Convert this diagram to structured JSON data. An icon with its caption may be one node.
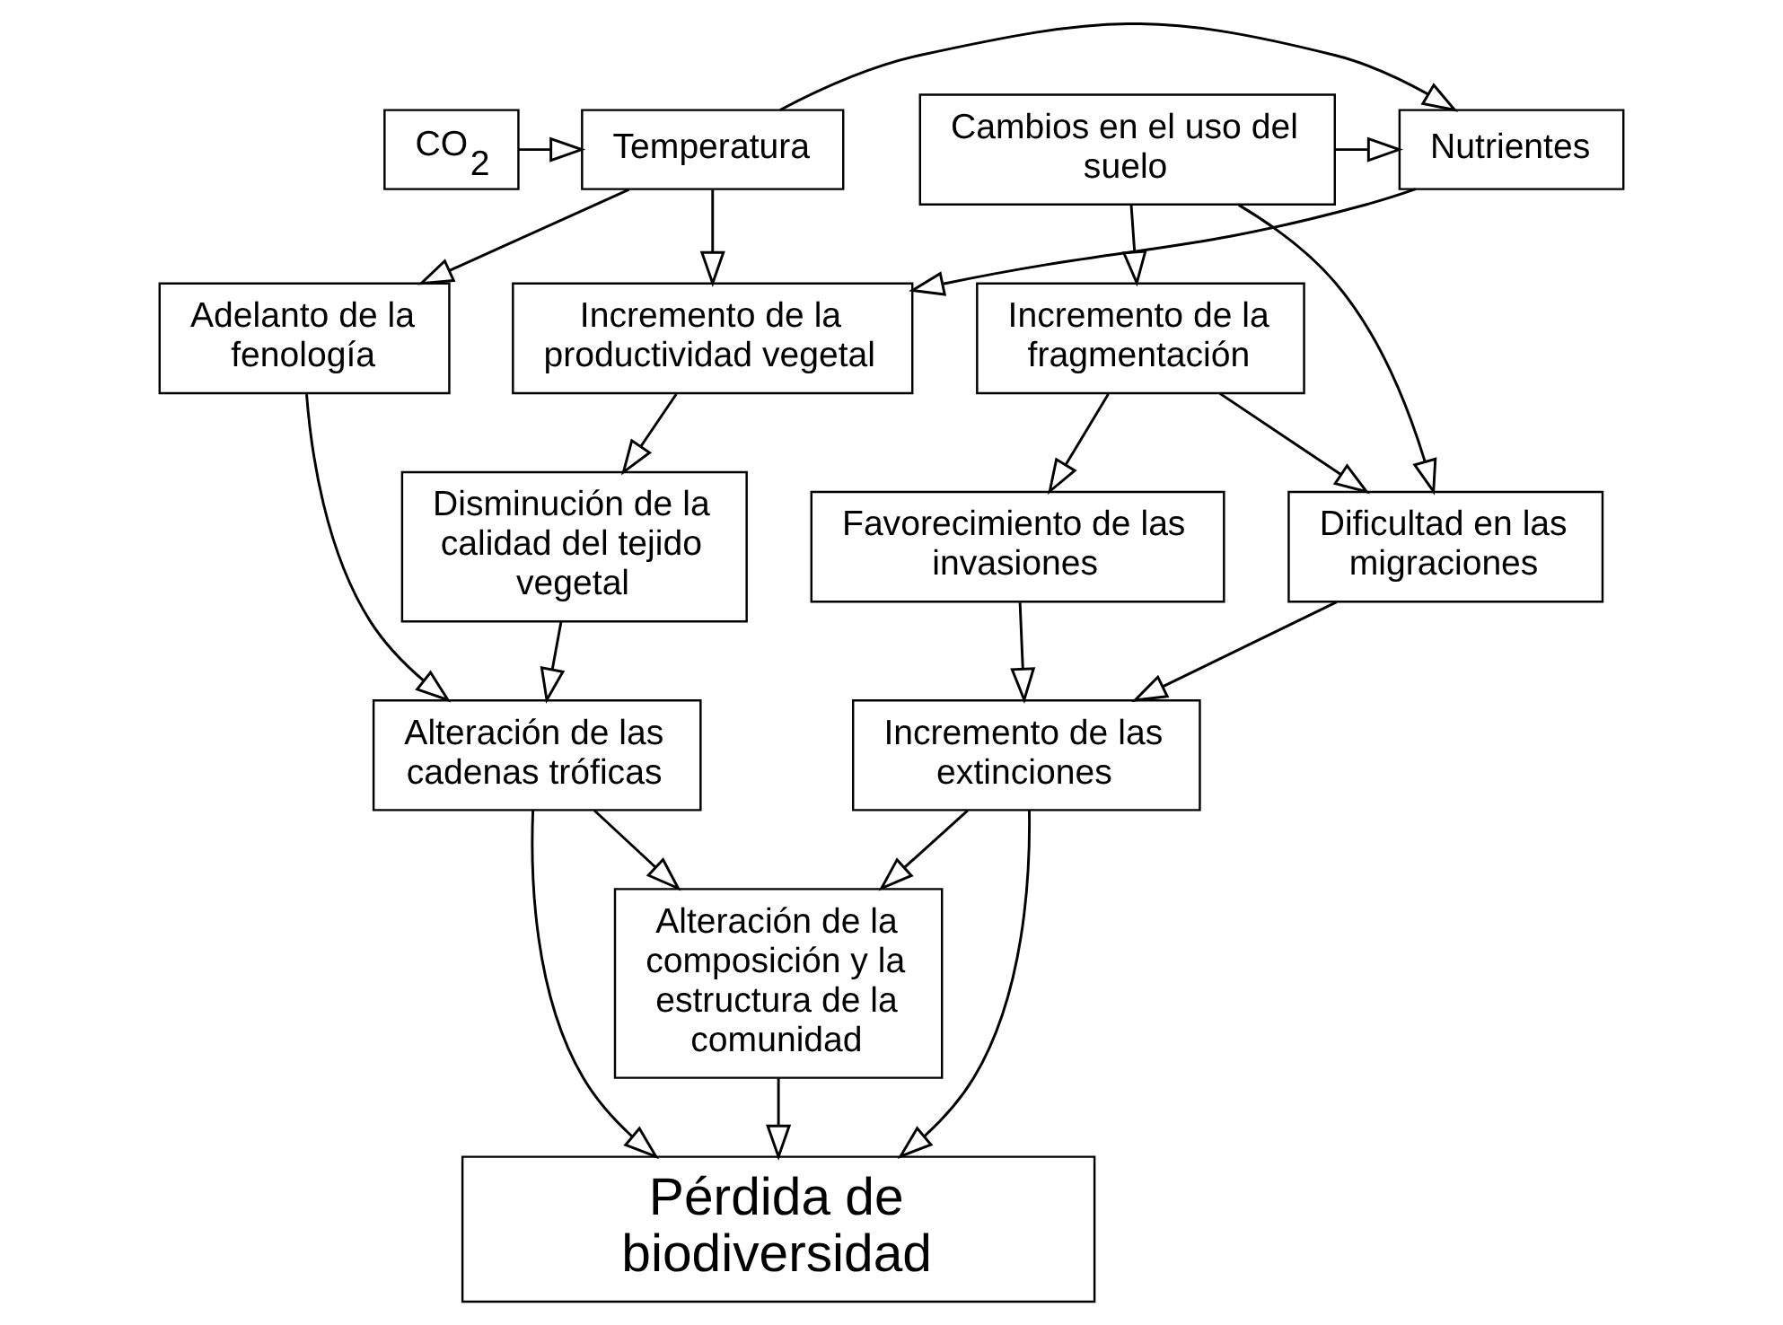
{
  "diagram": {
    "nodes": [
      {
        "text": [
          "CO$_{2}$"
        ]
      },
      {
        "text": [
          "Temperatura"
        ]
      },
      {
        "text": [
          "Nutrientes"
        ]
      },
      {
        "text": [
          "Cambios en el uso del suelo"
        ]
      },
      {
        "text": [
          "Adelanto de la fenología"
        ]
      },
      {
        "text": [
          "Incremento de la productividad vegetal"
        ]
      },
      {
        "text": [
          "Incremento de la fragmentación"
        ]
      },
      {
        "text": [
          "Favorecimiento de las invasiones"
        ]
      },
      {
        "text": [
          "Disminución de la calidad del tejido vegetal"
        ]
      },
      {
        "text": [
          "Dificultad en las migraciones"
        ]
      },
      {
        "text": [
          "Alteración de las cadenas tróficas"
        ]
      },
      {
        "text": [
          "Alteración de la composición y la estructura de la comunidad"
        ]
      },
      {
        "text": [
          "Incremento de las extinciones"
        ]
      },
      {
        "text": [
          "Pérdida de biodiversidad"
        ]
      }
    ],
    "edges": [
      {
        "from": 0,
        "to": 1,
        "arrow": "to"
      },
      {
        "from": 1,
        "to": 2,
        "arrow": "to"
      },
      {
        "from": 3,
        "to": 2,
        "arrow": "to"
      },
      {
        "from": 1,
        "to": 4,
        "arrow": "to"
      },
      {
        "from": 1,
        "to": 5,
        "arrow": "to"
      },
      {
        "from": 2,
        "to": 5,
        "arrow": "to"
      },
      {
        "from": 3,
        "to": 6,
        "arrow": "to"
      },
      {
        "from": 3,
        "to": 9,
        "arrow": "to"
      },
      {
        "from": 6,
        "to": 7,
        "arrow": "to"
      },
      {
        "from": 6,
        "to": 9,
        "arrow": "to"
      },
      {
        "from": 5,
        "to": 8,
        "arrow": "to"
      },
      {
        "from": 4,
        "to": 10,
        "arrow": "to"
      },
      {
        "from": 8,
        "to": 10,
        "arrow": "to"
      },
      {
        "from": 7,
        "to": 12,
        "arrow": "to"
      },
      {
        "from": 9,
        "to": 12,
        "arrow": "to"
      },
      {
        "from": 10,
        "to": 11,
        "arrow": "to"
      },
      {
        "from": 12,
        "to": 11,
        "arrow": "to"
      },
      {
        "from": 10,
        "to": 13,
        "arrow": "to"
      },
      {
        "from": 11,
        "to": 13,
        "arrow": "to"
      },
      {
        "from": 12,
        "to": 13,
        "arrow": "to"
      }
    ]
  }
}
